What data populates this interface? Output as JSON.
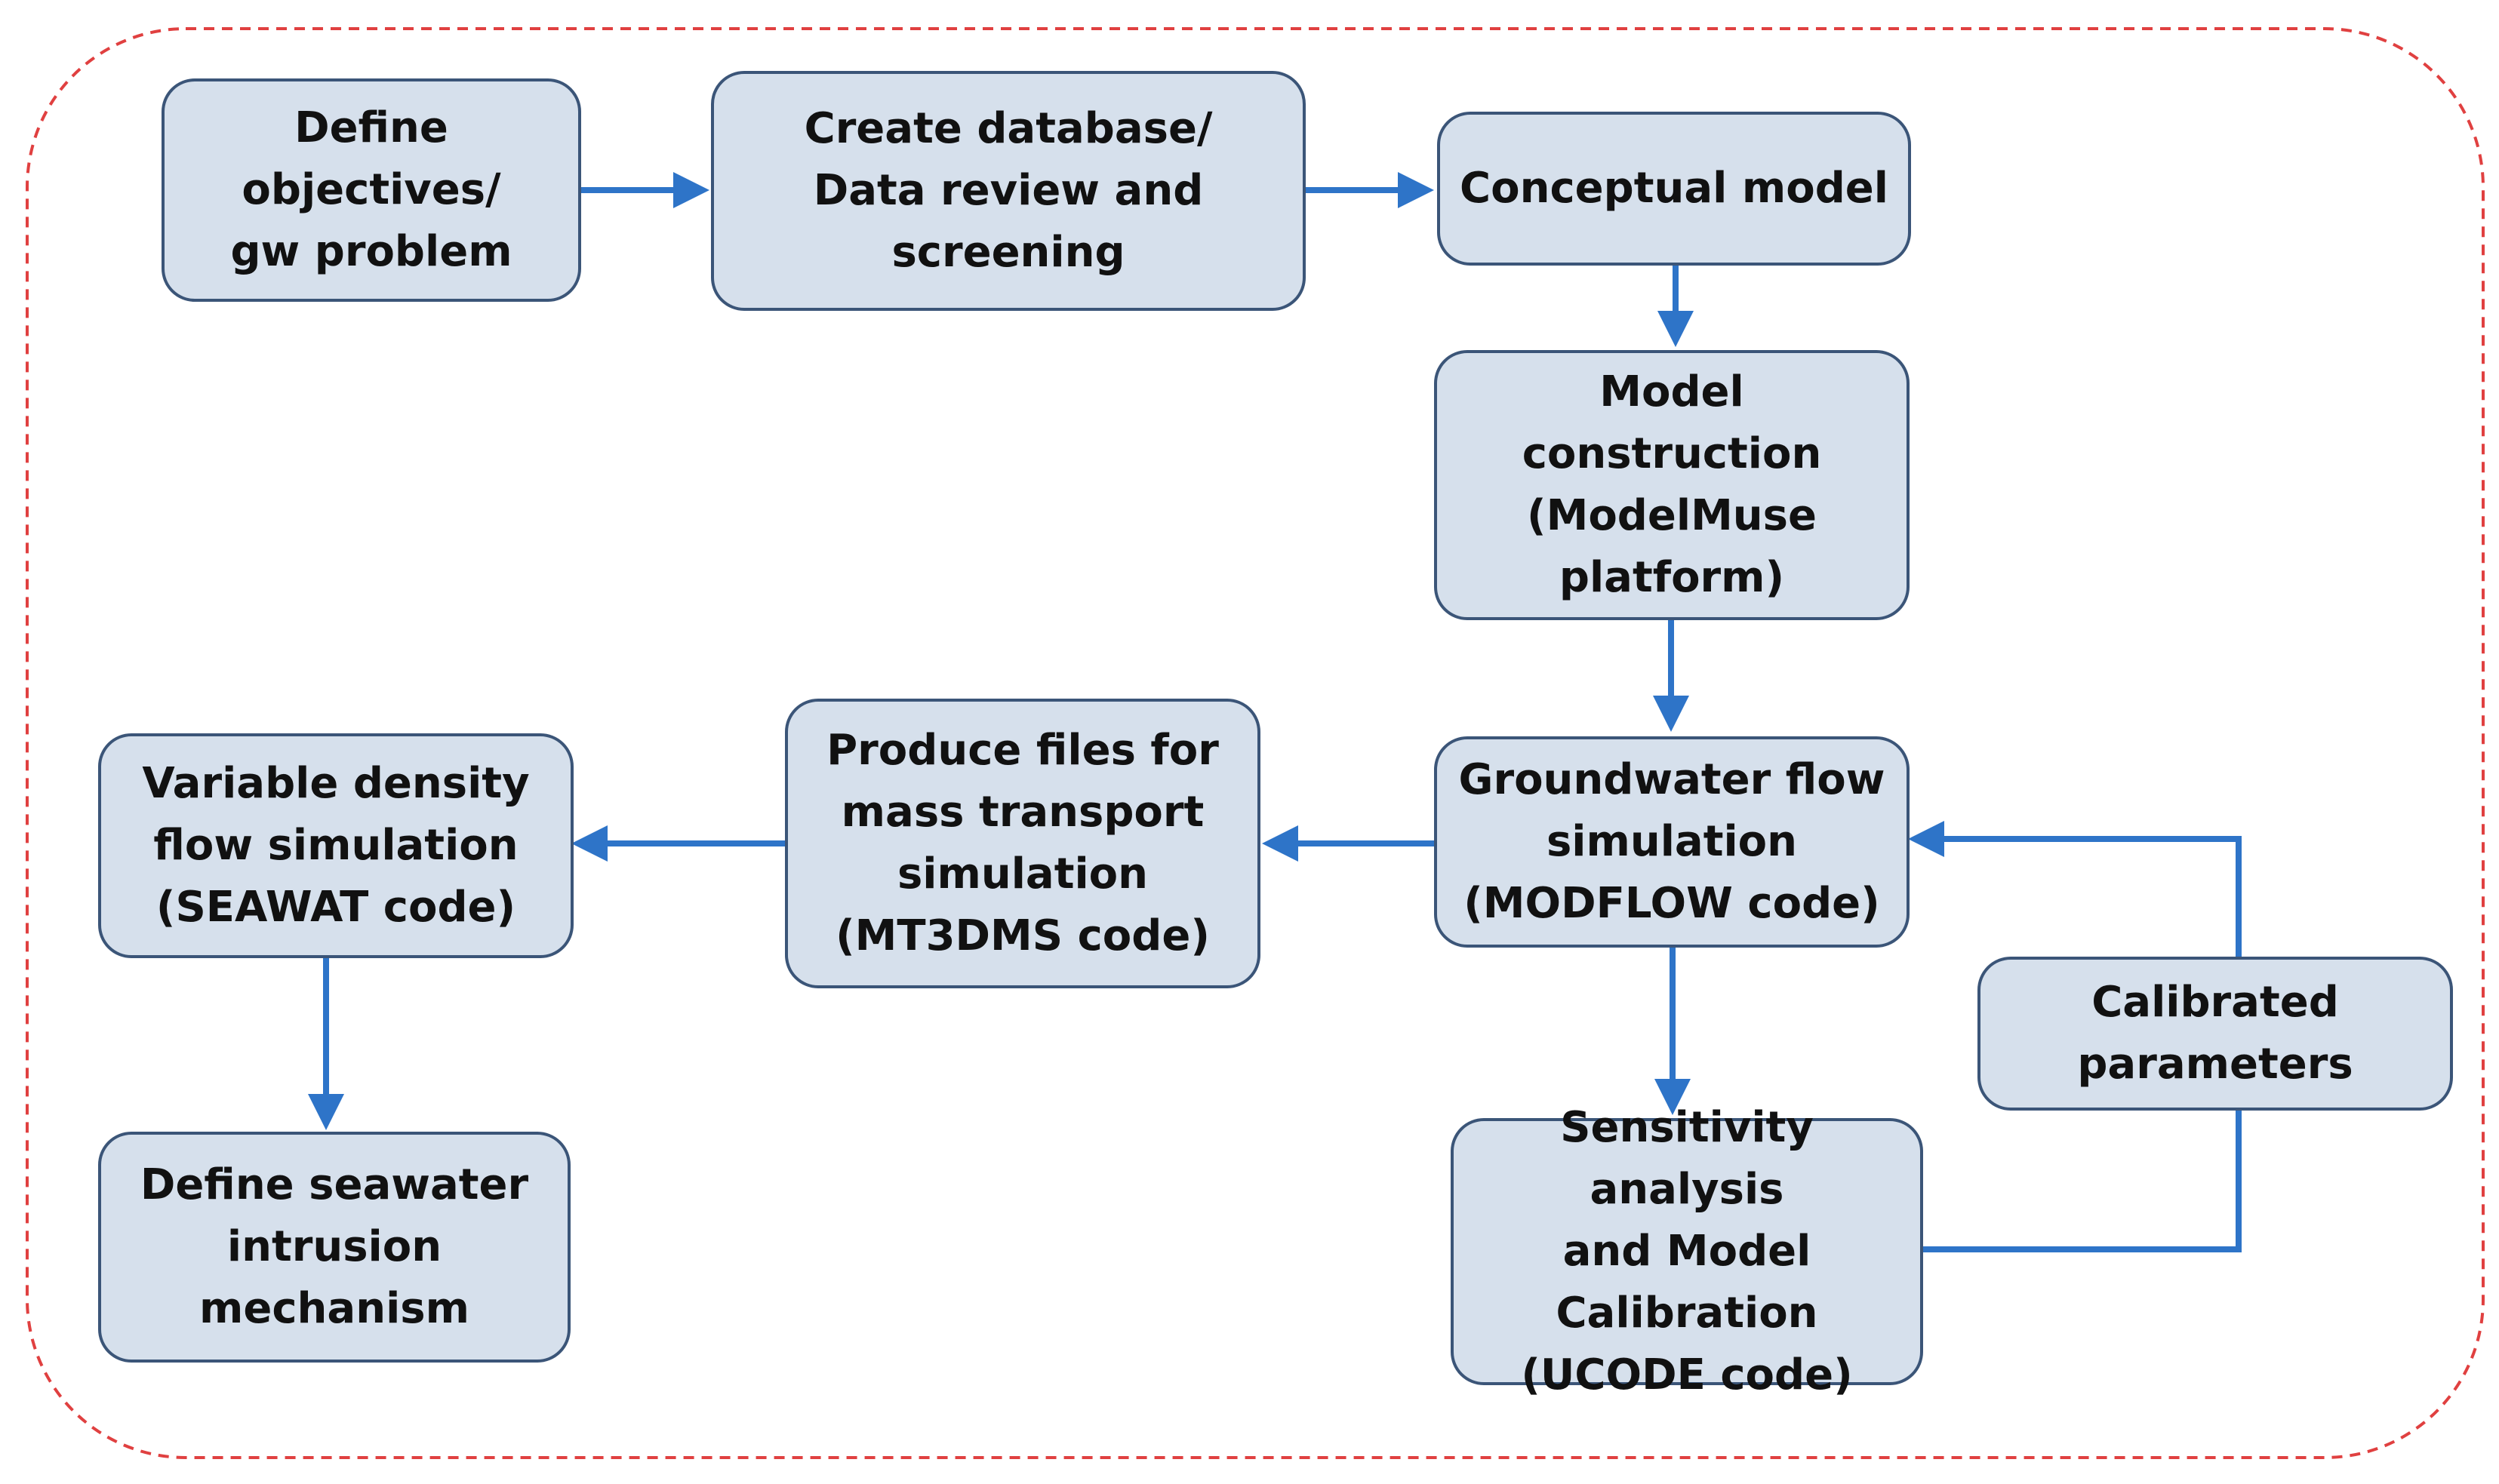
{
  "colors": {
    "box_fill": "#d6e0ec",
    "box_border": "#3b5578",
    "arrow": "#2e74c8",
    "frame_border": "#e04040"
  },
  "nodes": {
    "define_objectives": "Define\nobjectives/\ngw problem",
    "create_database": "Create database/\nData review and\nscreening",
    "conceptual_model": "Conceptual  model",
    "model_construction": "Model\nconstruction\n(ModelMuse\nplatform)",
    "groundwater_flow": "Groundwater  flow\nsimulation\n(MODFLOW code)",
    "produce_files": "Produce files for\nmass transport\nsimulation\n(MT3DMS  code)",
    "variable_density": "Variable  density\nflow simulation\n(SEAWAT code)",
    "define_seawater": "Define seawater\nintrusion\nmechanism",
    "calibrated_parameters": "Calibrated\nparameters",
    "sensitivity_analysis": "Sensitivity analysis\nand Model\nCalibration\n(UCODE code)"
  },
  "edges": [
    {
      "from": "define_objectives",
      "to": "create_database"
    },
    {
      "from": "create_database",
      "to": "conceptual_model"
    },
    {
      "from": "conceptual_model",
      "to": "model_construction"
    },
    {
      "from": "model_construction",
      "to": "groundwater_flow"
    },
    {
      "from": "groundwater_flow",
      "to": "produce_files"
    },
    {
      "from": "produce_files",
      "to": "variable_density"
    },
    {
      "from": "variable_density",
      "to": "define_seawater"
    },
    {
      "from": "groundwater_flow",
      "to": "sensitivity_analysis"
    },
    {
      "from": "sensitivity_analysis",
      "to": "calibrated_parameters"
    },
    {
      "from": "calibrated_parameters",
      "to": "groundwater_flow"
    }
  ]
}
